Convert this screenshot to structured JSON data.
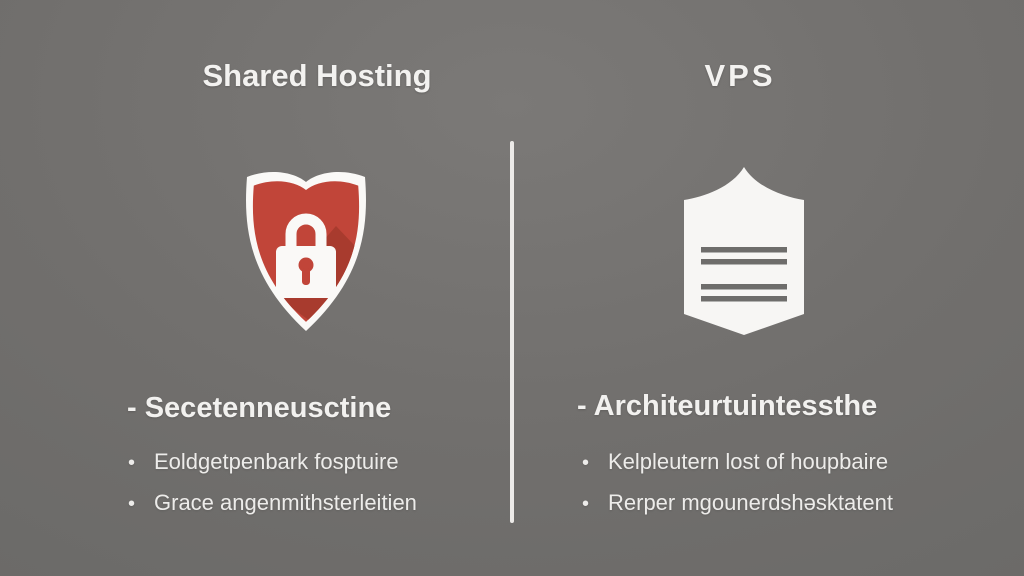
{
  "canvas": {
    "background_color": "#6f6e6c",
    "divider_color": "#eceae8"
  },
  "columns": {
    "left": {
      "title": "Shared Hosting",
      "subtitle": "- Secetenneusctine",
      "bullet_char": "•",
      "bullets": [
        "Eoldgetpenbark fosptuire",
        "Grace angenmithsterleitien"
      ],
      "icon": {
        "name": "security-shield-lock-icon",
        "shield_fill": "#c14539",
        "shield_shadow": "#a83b2e",
        "outline_white": "#faf9f7"
      }
    },
    "right": {
      "title": "VPS",
      "subtitle": "- Architeurtuintessthe",
      "bullet_char": "•",
      "bullets": [
        "Kelpleutern lost of houpbaire",
        "Rerper mgounerdshəsktatent"
      ],
      "icon": {
        "name": "document-shield-icon",
        "shield_fill": "#f7f6f4",
        "line_color": "#6e6d6b"
      }
    }
  }
}
